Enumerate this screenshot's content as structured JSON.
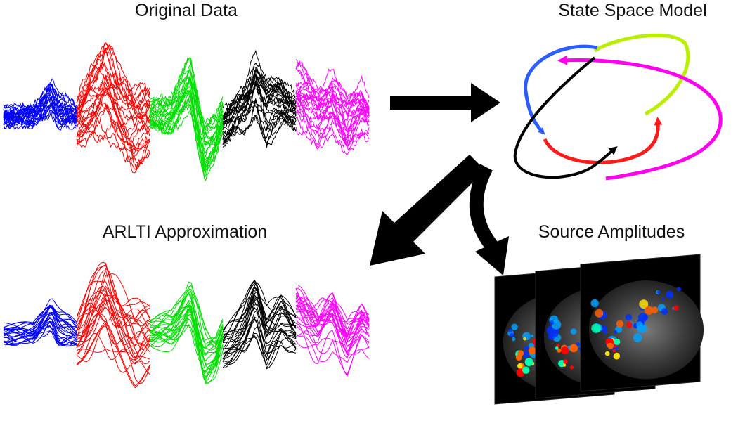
{
  "labels": {
    "original": "Original Data",
    "ssm": "State Space Model",
    "arlti": "ARLTI Approximation",
    "source": "Source Amplitudes"
  },
  "segments": [
    {
      "color": "#0000ff",
      "name": "blue"
    },
    {
      "color": "#ff0000",
      "name": "red"
    },
    {
      "color": "#00e000",
      "name": "green"
    },
    {
      "color": "#000000",
      "name": "black"
    },
    {
      "color": "#ff00ff",
      "name": "magenta"
    }
  ],
  "ssm_colors": {
    "blue": "#2a5cff",
    "lime": "#b8f000",
    "magenta": "#ff00ee",
    "red": "#ff1a1a",
    "black": "#000000"
  },
  "icons": [
    "right-arrow-icon",
    "down-left-arrow-icon",
    "curved-down-arrow-icon"
  ]
}
